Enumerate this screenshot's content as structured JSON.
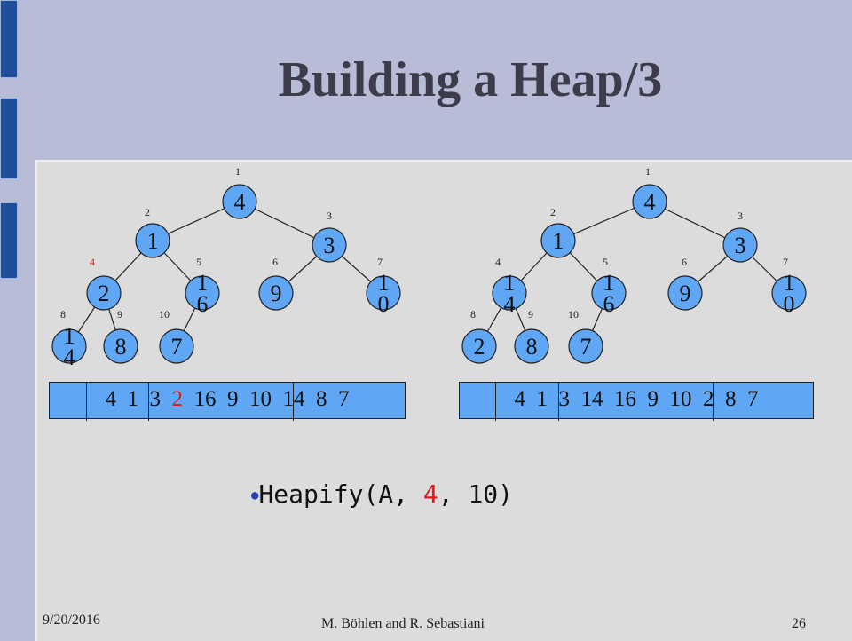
{
  "slide": {
    "title": "Building a Heap/3",
    "footer": {
      "date": "9/20/2016",
      "author": "M. Böhlen and R. Sebastiani",
      "page": "26"
    }
  },
  "colors": {
    "node_fill": "#5fa7f5",
    "highlight": "#e8141e",
    "sidebar": "#1f4e9a"
  },
  "trees": [
    {
      "nodes": [
        {
          "index": "1",
          "value": "4",
          "highlight_index": false
        },
        {
          "index": "2",
          "value": "1",
          "highlight_index": false
        },
        {
          "index": "3",
          "value": "3",
          "highlight_index": false
        },
        {
          "index": "4",
          "value": "2",
          "highlight_index": true
        },
        {
          "index": "5",
          "value": "16",
          "highlight_index": false
        },
        {
          "index": "6",
          "value": "9",
          "highlight_index": false
        },
        {
          "index": "7",
          "value": "10",
          "highlight_index": false
        },
        {
          "index": "8",
          "value": "14",
          "highlight_index": false
        },
        {
          "index": "9",
          "value": "8",
          "highlight_index": false
        },
        {
          "index": "10",
          "value": "7",
          "highlight_index": false
        }
      ],
      "array": {
        "cells": [
          {
            "text": "4",
            "highlight": false
          },
          {
            "text": "1",
            "highlight": false
          },
          {
            "text": "3",
            "highlight": false
          },
          {
            "text": "2",
            "highlight": true
          },
          {
            "text": "16",
            "highlight": false
          },
          {
            "text": "9",
            "highlight": false
          },
          {
            "text": "10",
            "highlight": false
          },
          {
            "text": "14",
            "highlight": false
          },
          {
            "text": "8",
            "highlight": false
          },
          {
            "text": "7",
            "highlight": false
          }
        ]
      }
    },
    {
      "nodes": [
        {
          "index": "1",
          "value": "4",
          "highlight_index": false
        },
        {
          "index": "2",
          "value": "1",
          "highlight_index": false
        },
        {
          "index": "3",
          "value": "3",
          "highlight_index": false
        },
        {
          "index": "4",
          "value": "14",
          "highlight_index": false
        },
        {
          "index": "5",
          "value": "16",
          "highlight_index": false
        },
        {
          "index": "6",
          "value": "9",
          "highlight_index": false
        },
        {
          "index": "7",
          "value": "10",
          "highlight_index": false
        },
        {
          "index": "8",
          "value": "2",
          "highlight_index": false
        },
        {
          "index": "9",
          "value": "8",
          "highlight_index": false
        },
        {
          "index": "10",
          "value": "7",
          "highlight_index": false
        }
      ],
      "array": {
        "cells": [
          {
            "text": "4",
            "highlight": false
          },
          {
            "text": "1",
            "highlight": false
          },
          {
            "text": "3",
            "highlight": false
          },
          {
            "text": "14",
            "highlight": false
          },
          {
            "text": "16",
            "highlight": false
          },
          {
            "text": "9",
            "highlight": false
          },
          {
            "text": "10",
            "highlight": false
          },
          {
            "text": "2",
            "highlight": false
          },
          {
            "text": "8",
            "highlight": false
          },
          {
            "text": "7",
            "highlight": false
          }
        ]
      }
    }
  ],
  "call": {
    "prefix": "Heapify(A, ",
    "arg": "4",
    "suffix": ", 10)"
  }
}
